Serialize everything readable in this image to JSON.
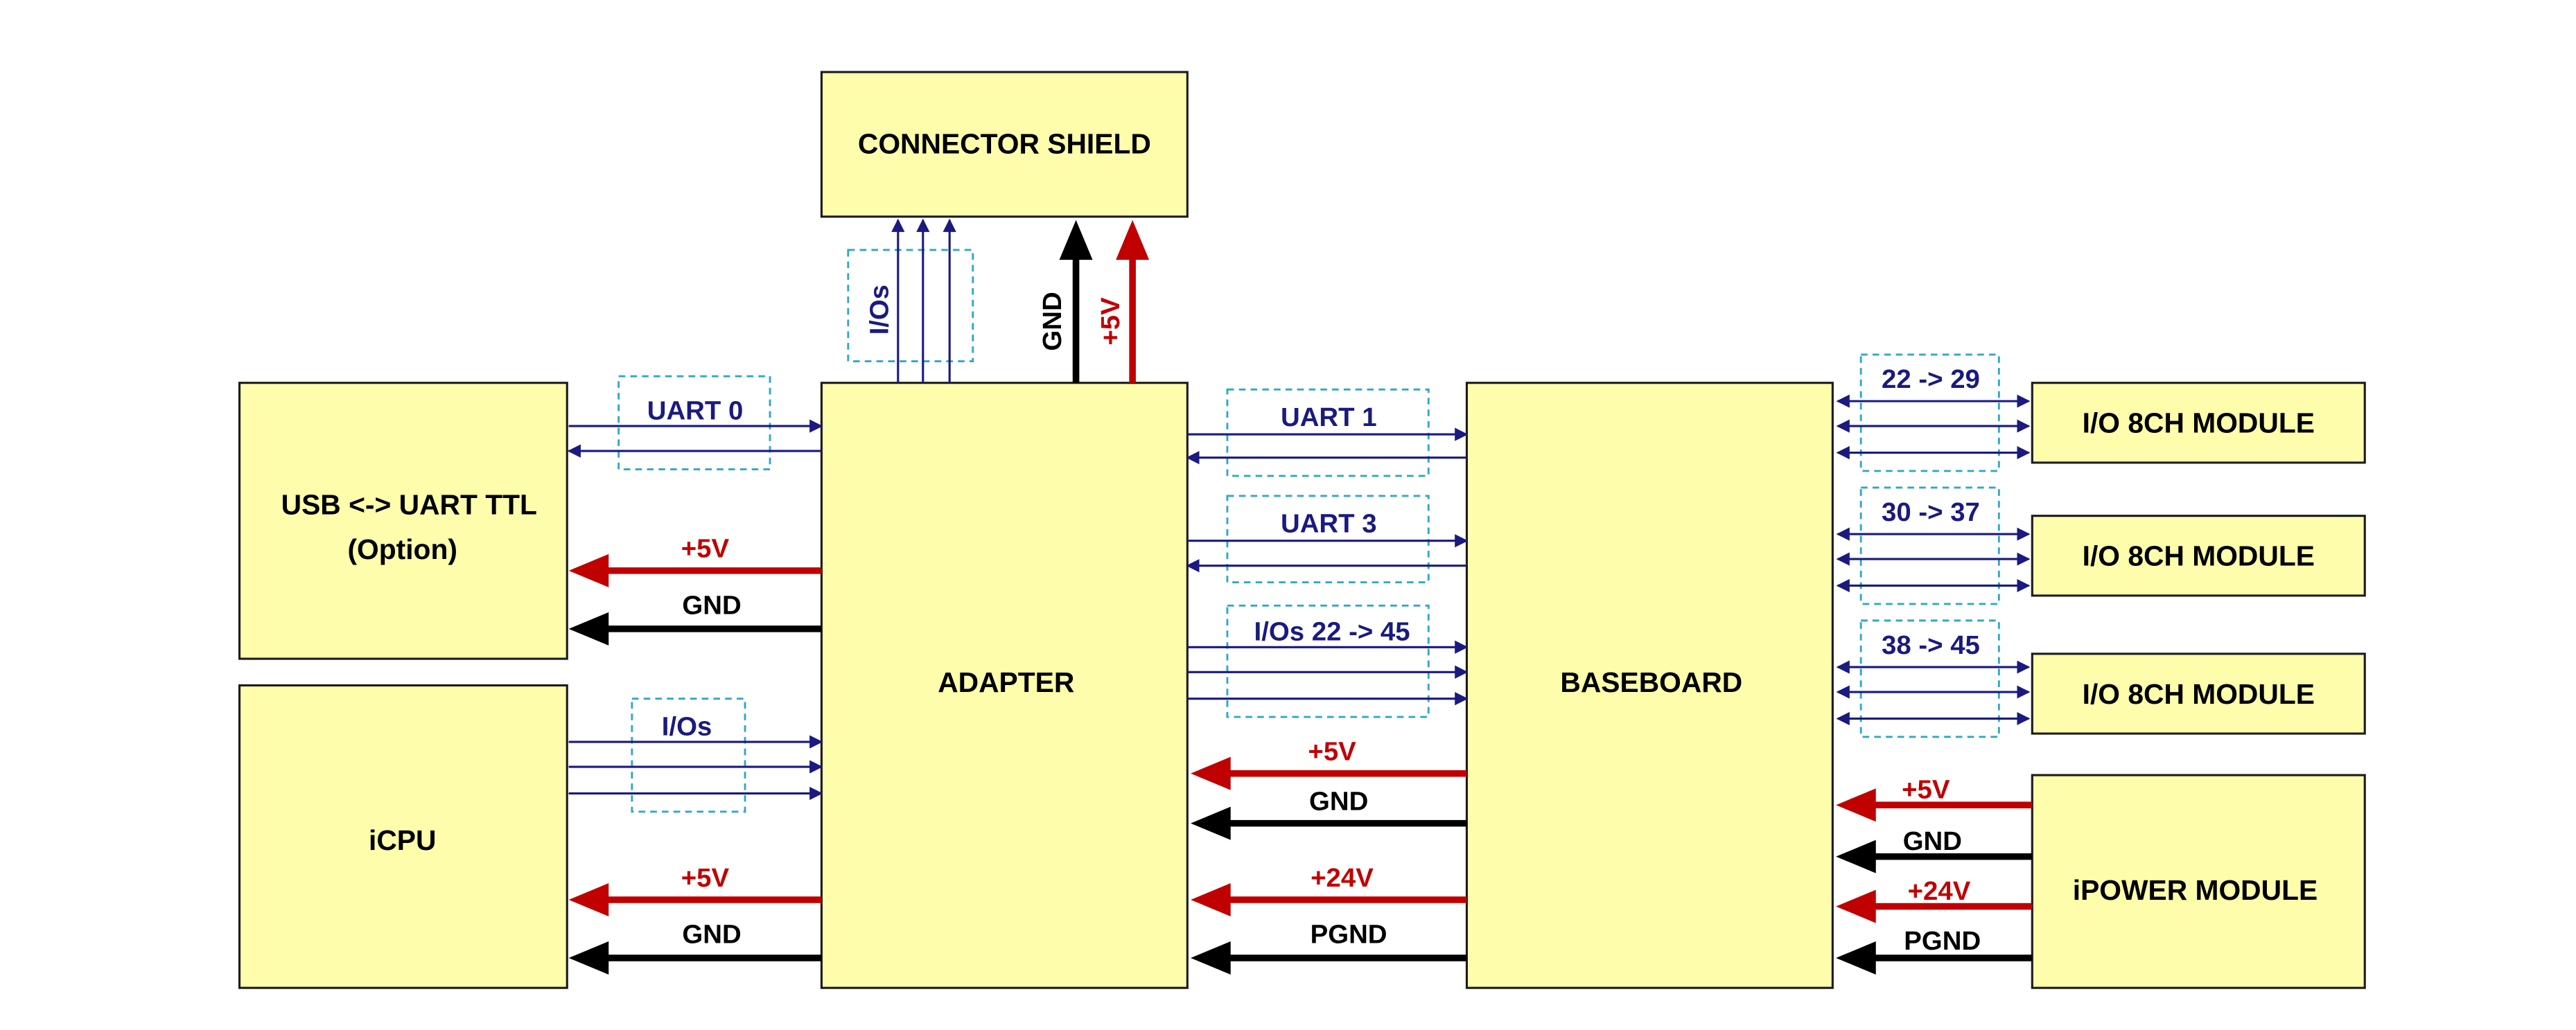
{
  "colors": {
    "block_fill": "#fdfdac",
    "block_stroke": "#1c1c1c",
    "signal": "#1a1a80",
    "power": "#c00000",
    "ground": "#000000",
    "group_box": "#2fa8c7"
  },
  "blocks": {
    "connector_shield": "CONNECTOR SHIELD",
    "usb_uart_line1": "USB <-> UART TTL",
    "usb_uart_line2": "(Option)",
    "icpu": "iCPU",
    "adapter": "ADAPTER",
    "baseboard": "BASEBOARD",
    "io_module_1": "I/O 8CH MODULE",
    "io_module_2": "I/O 8CH MODULE",
    "io_module_3": "I/O 8CH MODULE",
    "ipower_module": "iPOWER MODULE"
  },
  "labels": {
    "shield_ios": "I/Os",
    "shield_gnd": "GND",
    "shield_5v": "+5V",
    "uart0": "UART 0",
    "usb_5v": "+5V",
    "usb_gnd": "GND",
    "icpu_ios": "I/Os",
    "icpu_5v": "+5V",
    "icpu_gnd": "GND",
    "uart1": "UART 1",
    "uart3": "UART 3",
    "ios_22_45": "I/Os 22 -> 45",
    "base_5v": "+5V",
    "base_gnd": "GND",
    "base_24v": "+24V",
    "base_pgnd": "PGND",
    "io_22_29": "22 -> 29",
    "io_30_37": "30 -> 37",
    "io_38_45": "38 -> 45",
    "pwr_5v": "+5V",
    "pwr_gnd": "GND",
    "pwr_24v": "+24V",
    "pwr_pgnd": "PGND"
  }
}
